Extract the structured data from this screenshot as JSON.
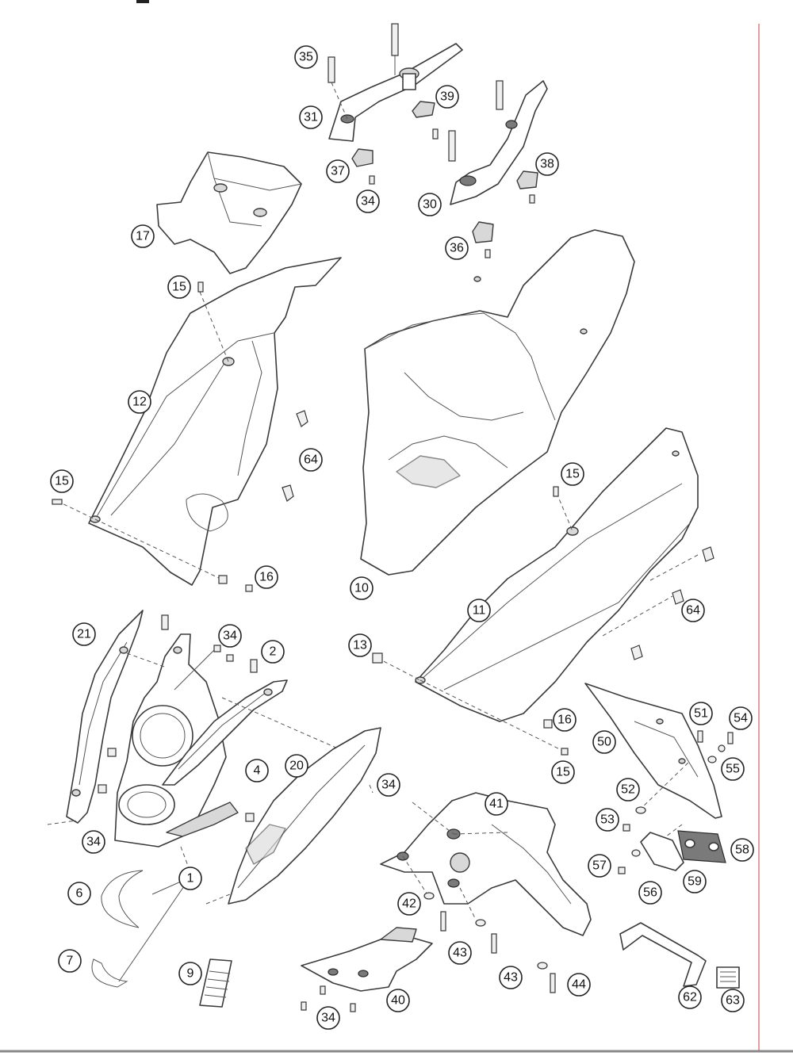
{
  "diagram": {
    "border_color": "#e07a7a",
    "callouts": [
      {
        "id": "c35",
        "label": "35"
      },
      {
        "id": "c31",
        "label": "31"
      },
      {
        "id": "c39",
        "label": "39"
      },
      {
        "id": "c37",
        "label": "37"
      },
      {
        "id": "c34a",
        "label": "34"
      },
      {
        "id": "c38",
        "label": "38"
      },
      {
        "id": "c30",
        "label": "30"
      },
      {
        "id": "c17",
        "label": "17"
      },
      {
        "id": "c36",
        "label": "36"
      },
      {
        "id": "c15a",
        "label": "15"
      },
      {
        "id": "c12",
        "label": "12"
      },
      {
        "id": "c15b",
        "label": "15"
      },
      {
        "id": "c64a",
        "label": "64"
      },
      {
        "id": "c16a",
        "label": "16"
      },
      {
        "id": "c10",
        "label": "10"
      },
      {
        "id": "c15c",
        "label": "15"
      },
      {
        "id": "c64b",
        "label": "64"
      },
      {
        "id": "c11",
        "label": "11"
      },
      {
        "id": "c13",
        "label": "13"
      },
      {
        "id": "c16b",
        "label": "16"
      },
      {
        "id": "c15d",
        "label": "15"
      },
      {
        "id": "c21",
        "label": "21"
      },
      {
        "id": "c34b",
        "label": "34"
      },
      {
        "id": "c2",
        "label": "2"
      },
      {
        "id": "c20",
        "label": "20"
      },
      {
        "id": "c4",
        "label": "4"
      },
      {
        "id": "c34c",
        "label": "34"
      },
      {
        "id": "c34d",
        "label": "34"
      },
      {
        "id": "c6",
        "label": "6"
      },
      {
        "id": "c1",
        "label": "1"
      },
      {
        "id": "c7",
        "label": "7"
      },
      {
        "id": "c9",
        "label": "9"
      },
      {
        "id": "c41",
        "label": "41"
      },
      {
        "id": "c42",
        "label": "42"
      },
      {
        "id": "c43a",
        "label": "43"
      },
      {
        "id": "c43b",
        "label": "43"
      },
      {
        "id": "c44",
        "label": "44"
      },
      {
        "id": "c40",
        "label": "40"
      },
      {
        "id": "c34e",
        "label": "34"
      },
      {
        "id": "c50",
        "label": "50"
      },
      {
        "id": "c51",
        "label": "51"
      },
      {
        "id": "c54",
        "label": "54"
      },
      {
        "id": "c55",
        "label": "55"
      },
      {
        "id": "c52",
        "label": "52"
      },
      {
        "id": "c53",
        "label": "53"
      },
      {
        "id": "c58",
        "label": "58"
      },
      {
        "id": "c57",
        "label": "57"
      },
      {
        "id": "c56",
        "label": "56"
      },
      {
        "id": "c59",
        "label": "59"
      },
      {
        "id": "c62",
        "label": "62"
      },
      {
        "id": "c63",
        "label": "63"
      }
    ]
  }
}
